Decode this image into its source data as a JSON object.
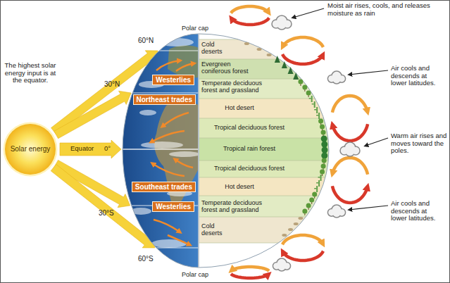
{
  "diagram": {
    "nodes": [
      {
        "text": [
          "Westerlies"
        ]
      },
      {
        "text": [
          "Northeast trades"
        ]
      },
      {
        "text": [
          "Solar energy"
        ]
      },
      {
        "text": [
          "Southeast trades"
        ]
      },
      {
        "text": [
          "Westerlies"
        ]
      }
    ],
    "labels": [
      "The highest solar energy input is at the equator.",
      "60°N",
      "30°N",
      "Equator",
      "0°",
      "30°S",
      "60°S",
      "Polar cap",
      "Cold deserts",
      "Evergreen coniferous forest",
      "Temperate deciduous forest and grassland",
      "Hot desert",
      "Tropical deciduous forest",
      "Tropical rain forest",
      "Tropical deciduous forest",
      "Hot desert",
      "Temperate deciduous forest and grassland",
      "Cold deserts",
      "Polar cap",
      "Moist air rises, cools, and releases moisture as rain",
      "Air cools and descends at lower latitudes.",
      "Warm air rises and moves toward the poles.",
      "Air cools and descends at lower latitudes."
    ]
  }
}
